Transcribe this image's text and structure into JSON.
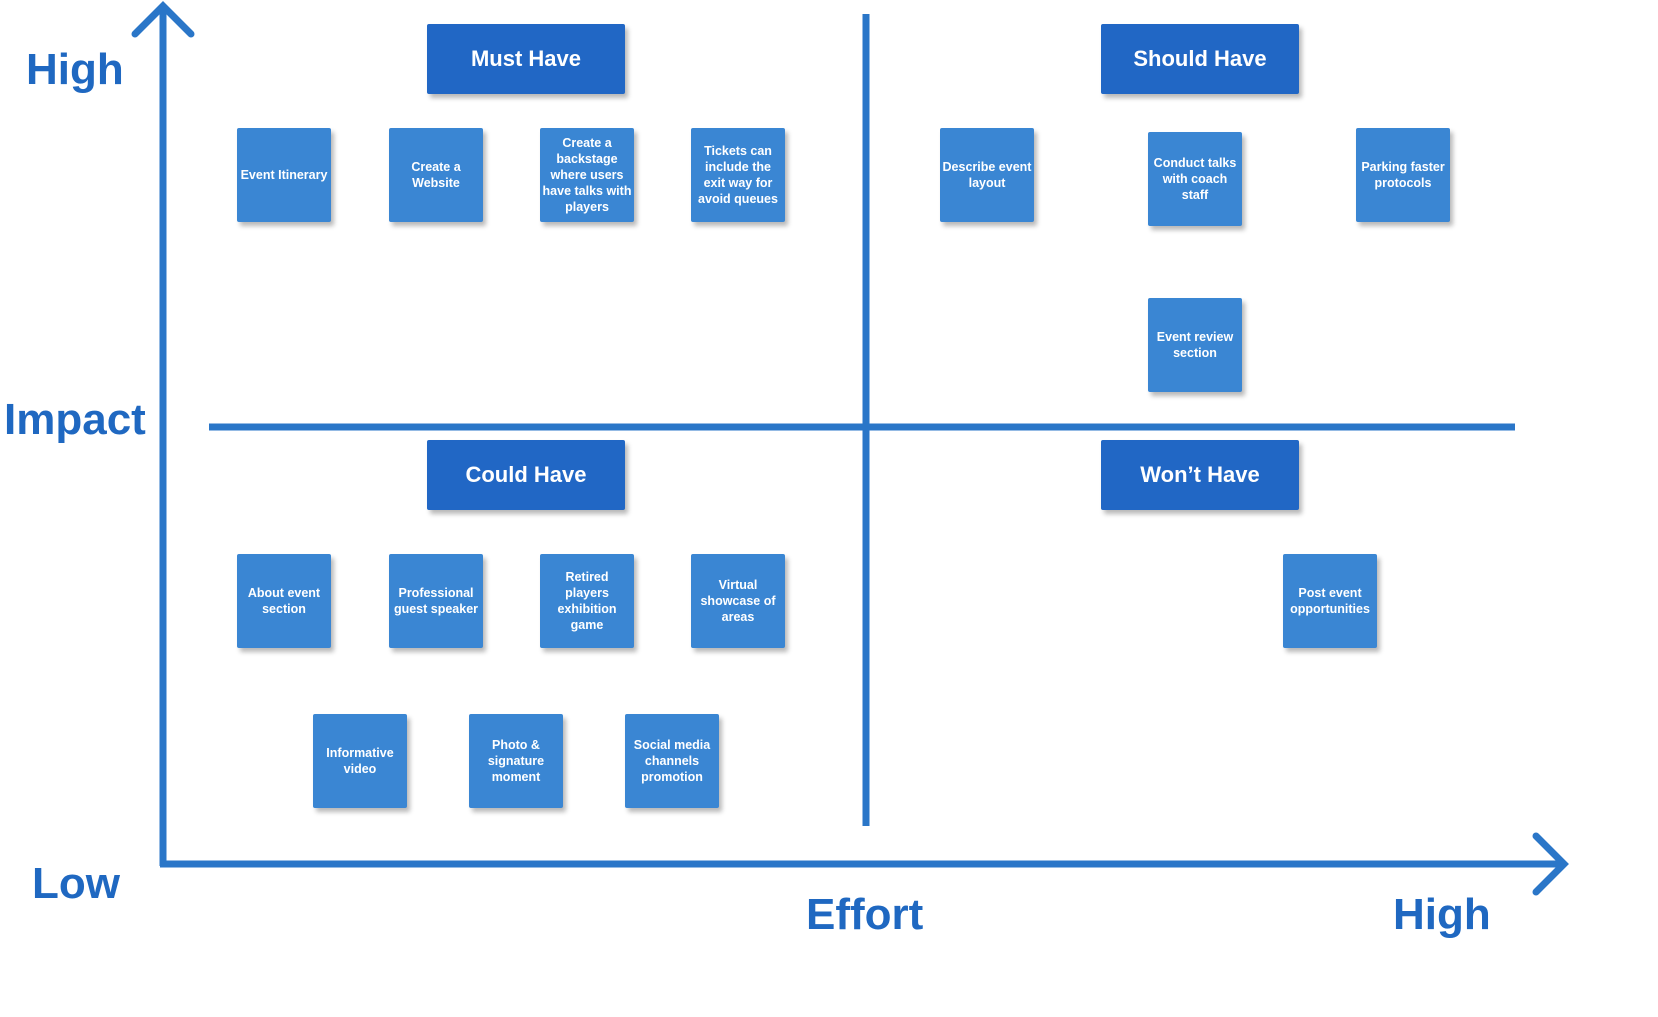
{
  "axes": {
    "y_title": "Impact",
    "y_high": "High",
    "y_low": "Low",
    "x_title": "Effort",
    "x_high": "High"
  },
  "quadrants": {
    "must": {
      "title": "Must Have",
      "items": [
        "Event Itinerary",
        "Create a Website",
        "Create a backstage where users have talks with players",
        "Tickets can include the exit way for avoid queues"
      ]
    },
    "should": {
      "title": "Should Have",
      "items": [
        "Describe event layout",
        "Conduct talks with coach staff",
        "Parking faster protocols",
        "Event review section"
      ]
    },
    "could": {
      "title": "Could Have",
      "items": [
        "About event section",
        "Professional guest speaker",
        "Retired players exhibition game",
        "Virtual showcase of areas",
        "Informative video",
        "Photo & signature moment",
        "Social media channels promotion"
      ]
    },
    "wont": {
      "title": "Won’t Have",
      "items": [
        "Post event opportunities"
      ]
    }
  },
  "colors": {
    "axis": "#2a76c8",
    "header": "#2167c5",
    "note": "#3a86d3",
    "label": "#1f68c1"
  }
}
